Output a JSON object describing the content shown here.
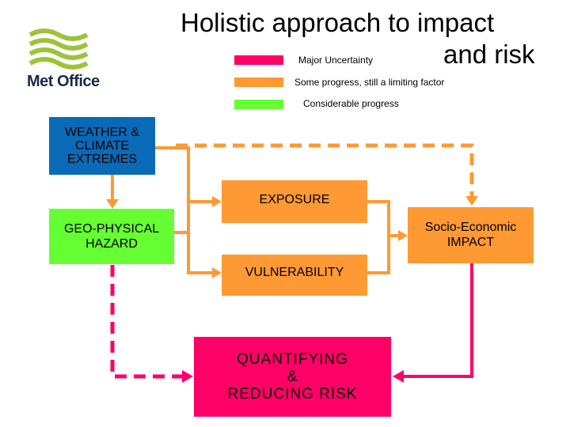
{
  "title": {
    "line1": "Holistic approach to impact",
    "line2": "and risk"
  },
  "logo": {
    "text": "Met Office",
    "color": "#9dc33b"
  },
  "legend": [
    {
      "label": "Major Uncertainty",
      "color": "#ff0066"
    },
    {
      "label": "Some progress, still a limiting factor",
      "color": "#ff9933"
    },
    {
      "label": "Considerable progress",
      "color": "#66ff33"
    }
  ],
  "boxes": {
    "weather": {
      "label": "WEATHER &\nCLIMATE\nEXTREMES",
      "color": "#0a6ab8"
    },
    "geo": {
      "label": "GEO-PHYSICAL\nHAZARD",
      "color": "#66ff33"
    },
    "exposure": {
      "label": "EXPOSURE",
      "color": "#ff9933"
    },
    "vulnerability": {
      "label": "VULNERABILITY",
      "color": "#ff9933"
    },
    "impact": {
      "label": "Socio-Economic\nIMPACT",
      "color": "#ff9933"
    },
    "risk": {
      "label": "QUANTIFYING\n&\nREDUCING RISK",
      "color": "#ff0066"
    }
  }
}
